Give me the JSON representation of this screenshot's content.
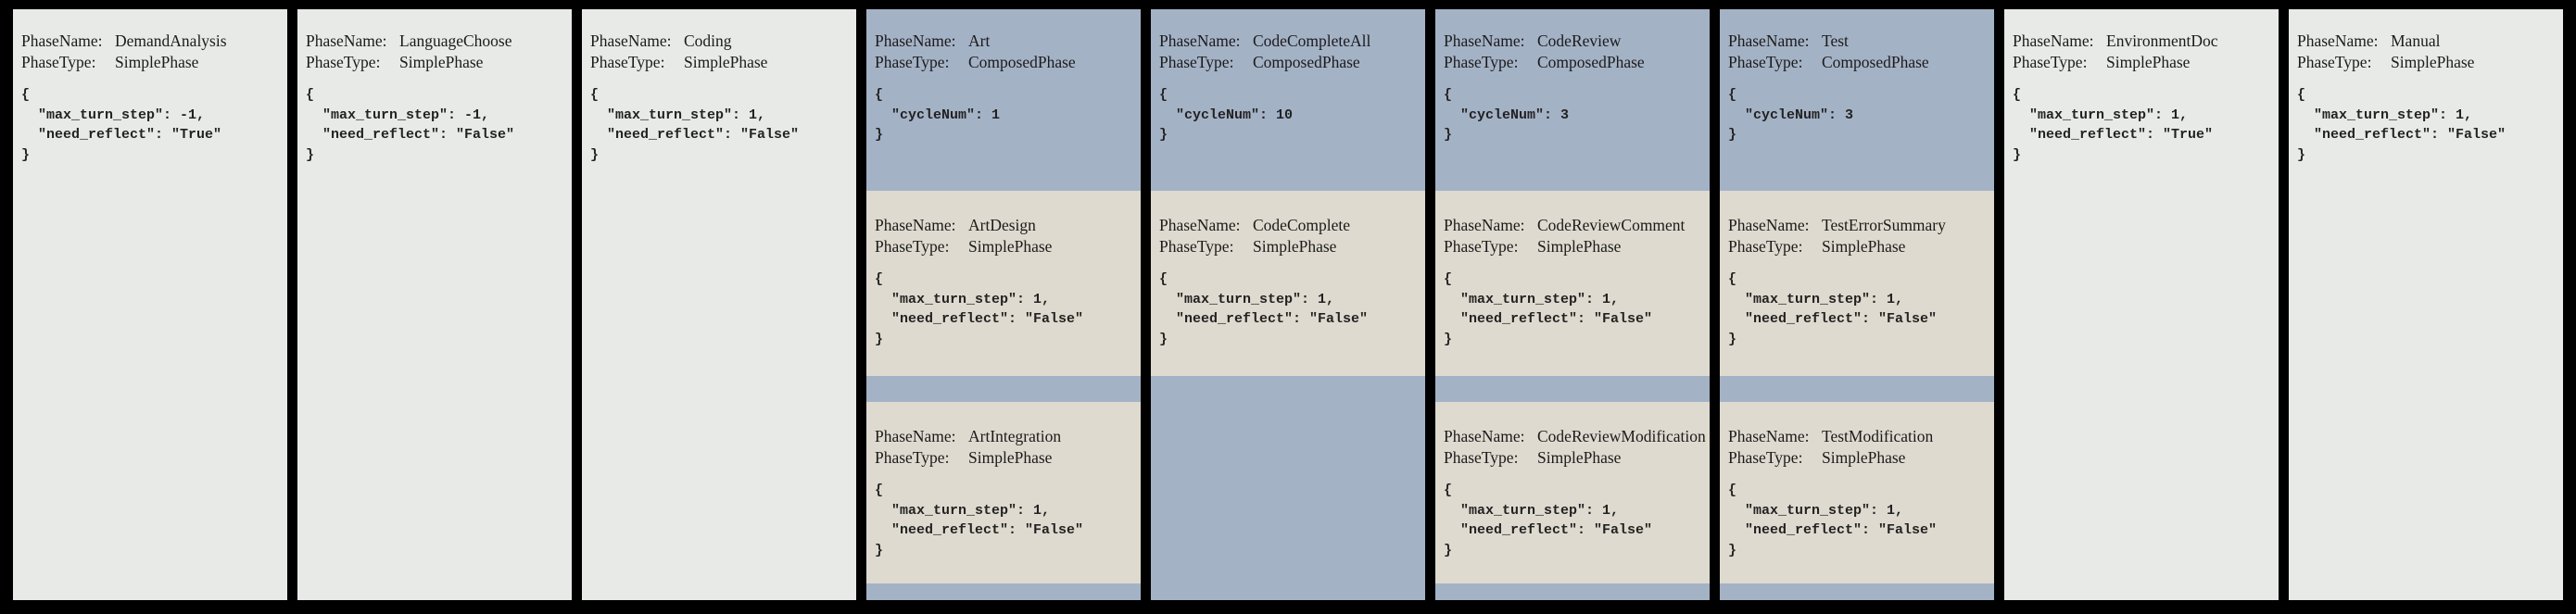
{
  "labels": {
    "phase_name": "PhaseName:",
    "phase_type": "PhaseType:"
  },
  "colors": {
    "page_bg": "#000000",
    "simple_phase_bg": "#e8eae7",
    "composed_phase_bg": "#a4b2c6",
    "subphase_bg": "#dfdacf",
    "text": "#1b1b1b"
  },
  "columns": [
    {
      "kind": "simple",
      "name": "DemandAnalysis",
      "ptype": "SimplePhase",
      "code": [
        "{",
        "  \"max_turn_step\": -1,",
        "  \"need_reflect\": \"True\"",
        "}"
      ]
    },
    {
      "kind": "simple",
      "name": "LanguageChoose",
      "ptype": "SimplePhase",
      "code": [
        "{",
        "  \"max_turn_step\": -1,",
        "  \"need_reflect\": \"False\"",
        "}"
      ]
    },
    {
      "kind": "simple",
      "name": "Coding",
      "ptype": "SimplePhase",
      "code": [
        "{",
        "  \"max_turn_step\": 1,",
        "  \"need_reflect\": \"False\"",
        "}"
      ]
    },
    {
      "kind": "composed",
      "name": "Art",
      "ptype": "ComposedPhase",
      "code": [
        "{",
        "  \"cycleNum\": 1",
        "}"
      ],
      "children": [
        {
          "name": "ArtDesign",
          "ptype": "SimplePhase",
          "code": [
            "{",
            "  \"max_turn_step\": 1,",
            "  \"need_reflect\": \"False\"",
            "}"
          ]
        },
        {
          "name": "ArtIntegration",
          "ptype": "SimplePhase",
          "code": [
            "{",
            "  \"max_turn_step\": 1,",
            "  \"need_reflect\": \"False\"",
            "}"
          ]
        }
      ]
    },
    {
      "kind": "composed",
      "name": "CodeCompleteAll",
      "ptype": "ComposedPhase",
      "code": [
        "{",
        "  \"cycleNum\": 10",
        "}"
      ],
      "children": [
        {
          "name": "CodeComplete",
          "ptype": "SimplePhase",
          "code": [
            "{",
            "  \"max_turn_step\": 1,",
            "  \"need_reflect\": \"False\"",
            "}"
          ]
        }
      ]
    },
    {
      "kind": "composed",
      "name": "CodeReview",
      "ptype": "ComposedPhase",
      "code": [
        "{",
        "  \"cycleNum\": 3",
        "}"
      ],
      "children": [
        {
          "name": "CodeReviewComment",
          "ptype": "SimplePhase",
          "code": [
            "{",
            "  \"max_turn_step\": 1,",
            "  \"need_reflect\": \"False\"",
            "}"
          ]
        },
        {
          "name": "CodeReviewModification",
          "ptype": "SimplePhase",
          "code": [
            "{",
            "  \"max_turn_step\": 1,",
            "  \"need_reflect\": \"False\"",
            "}"
          ]
        }
      ]
    },
    {
      "kind": "composed",
      "name": "Test",
      "ptype": "ComposedPhase",
      "code": [
        "{",
        "  \"cycleNum\": 3",
        "}"
      ],
      "children": [
        {
          "name": "TestErrorSummary",
          "ptype": "SimplePhase",
          "code": [
            "{",
            "  \"max_turn_step\": 1,",
            "  \"need_reflect\": \"False\"",
            "}"
          ]
        },
        {
          "name": "TestModification",
          "ptype": "SimplePhase",
          "code": [
            "{",
            "  \"max_turn_step\": 1,",
            "  \"need_reflect\": \"False\"",
            "}"
          ]
        }
      ]
    },
    {
      "kind": "simple",
      "name": "EnvironmentDoc",
      "ptype": "SimplePhase",
      "code": [
        "{",
        "  \"max_turn_step\": 1,",
        "  \"need_reflect\": \"True\"",
        "}"
      ]
    },
    {
      "kind": "simple",
      "name": "Manual",
      "ptype": "SimplePhase",
      "code": [
        "{",
        "  \"max_turn_step\": 1,",
        "  \"need_reflect\": \"False\"",
        "}"
      ]
    }
  ]
}
